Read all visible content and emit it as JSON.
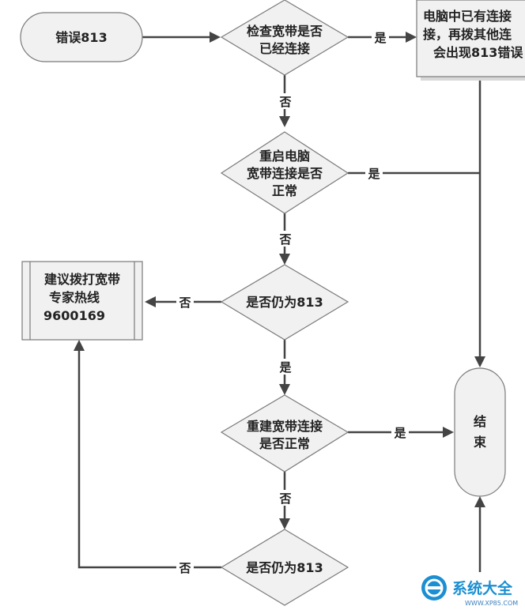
{
  "nodes": {
    "start": {
      "label": "错误813"
    },
    "check_connected": {
      "lines": [
        "检查宽带是否",
        "已经连接"
      ]
    },
    "already_connected": {
      "lines": [
        "电脑中已有连接",
        "接，再拨其他连",
        "会出现813错误"
      ]
    },
    "restart_pc": {
      "lines": [
        "重启电脑",
        "宽带连接是否",
        "正常"
      ]
    },
    "still_813_a": {
      "label": "是否仍为813"
    },
    "hotline": {
      "lines": [
        "建议拨打宽带",
        "专家热线",
        "9600169"
      ]
    },
    "rebuild_connection": {
      "lines": [
        "重建宽带连接",
        "是否正常"
      ]
    },
    "still_813_b": {
      "label": "是否仍为813"
    },
    "end": {
      "lines": [
        "结",
        "束"
      ]
    }
  },
  "edges": {
    "check_yes": "是",
    "check_no": "否",
    "restart_yes": "是",
    "restart_no": "否",
    "still_a_no": "否",
    "still_a_yes": "是",
    "rebuild_yes": "是",
    "rebuild_no": "否",
    "still_b_no": "否"
  },
  "watermark": {
    "text": "系统大全",
    "url": "WWW.XP85.COM"
  },
  "colors": {
    "shape_fill": "#f1f1f1",
    "shape_stroke": "#7a7a7a",
    "line": "#444444",
    "watermark": "#1b8fd1"
  }
}
